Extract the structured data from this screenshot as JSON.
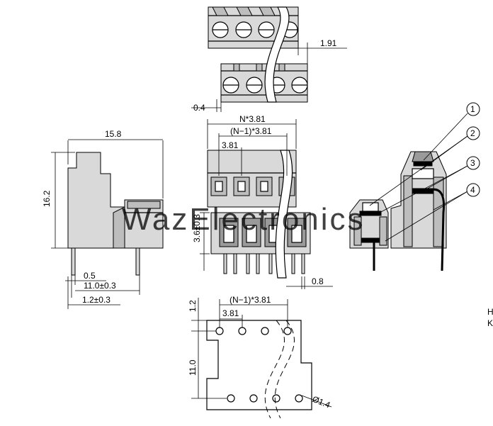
{
  "watermark": "WazElectronics",
  "top_view": {
    "dim_pitch_offset": "1.91",
    "dim_thickness": "0.4"
  },
  "front_view": {
    "dim_total": "N*3.81",
    "dim_span": "(N−1)*3.81",
    "dim_pitch": "3.81",
    "dim_pin_height": "3.6±0.3",
    "dim_pin_width": "0.8"
  },
  "side_view": {
    "dim_width": "15.8",
    "dim_height": "16.2",
    "dim_pin_thick": "0.5",
    "dim_pin_spacing": "11.0±0.3",
    "dim_pin_offset": "1.2±0.3"
  },
  "pcb_layout": {
    "dim_top_offset": "1.2",
    "dim_span": "(N−1)*3.81",
    "dim_pitch": "3.81",
    "dim_row_spacing": "11.0",
    "dim_hole": "Ø1.4"
  },
  "callouts": [
    "1",
    "2",
    "3",
    "4"
  ],
  "edge_text": [
    "H",
    "K"
  ]
}
